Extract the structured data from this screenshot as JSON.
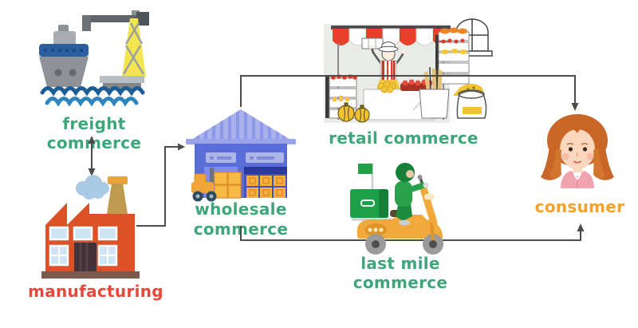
{
  "diagram": {
    "nodes": {
      "freight": {
        "label": "freight commerce",
        "icon": "cargo-ship-and-crane",
        "label_color": "#3EA67B"
      },
      "manufacturing": {
        "label": "manufacturing",
        "icon": "factory",
        "label_color": "#E8483B"
      },
      "wholesale": {
        "label_line1": "wholesale",
        "label_line2": "commerce",
        "icon": "warehouse-with-forklift",
        "label_color": "#3EA67B"
      },
      "retail": {
        "label": "retail commerce",
        "icon": "market-stall",
        "label_color": "#3EA67B"
      },
      "last_mile": {
        "label": "last mile commerce",
        "icon": "delivery-scooter",
        "label_color": "#3EA67B"
      },
      "consumer": {
        "label": "consumer",
        "icon": "woman",
        "label_color": "#F5A22D"
      }
    },
    "edges": [
      {
        "from": "freight commerce",
        "to": "manufacturing",
        "direction": "bidirectional"
      },
      {
        "from": "manufacturing",
        "to": "wholesale commerce",
        "direction": "one-way"
      },
      {
        "from": "wholesale commerce",
        "to": "consumer",
        "via": "retail commerce",
        "direction": "one-way"
      },
      {
        "from": "wholesale commerce",
        "to": "consumer",
        "via": "last mile commerce",
        "direction": "one-way"
      }
    ],
    "colors": {
      "arrow": "#4C4C4C",
      "background": "#FFFFFF",
      "green_label": "#3EA67B",
      "red_label": "#E8483B",
      "orange_label": "#F5A22D"
    }
  }
}
